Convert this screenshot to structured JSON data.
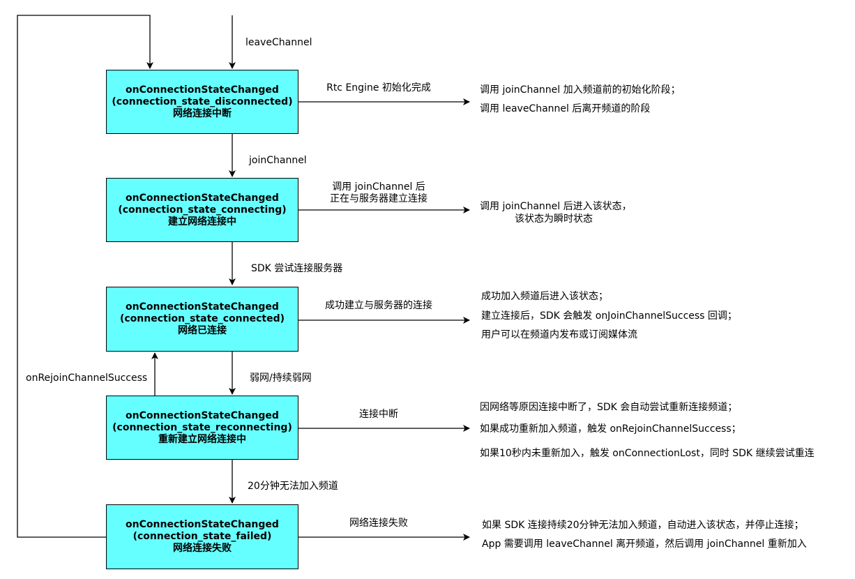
{
  "states": [
    {
      "callback": "onConnectionStateChanged",
      "state": "(connection_state_disconnected)",
      "name": "网络连接中断",
      "transition": [
        "Rtc Engine 初始化完成"
      ],
      "description": [
        "调用 joinChannel 加入频道前的初始化阶段；",
        " 调用 leaveChannel 后离开频道的阶段"
      ]
    },
    {
      "callback": "onConnectionStateChanged",
      "state": "(connection_state_connecting)",
      "name": "建立网络连接中",
      "transition": [
        "调用 joinChannel 后",
        "正在与服务器建立连接"
      ],
      "description": [
        "调用 joinChannel 后进入该状态，",
        "该状态为瞬时状态"
      ]
    },
    {
      "callback": "onConnectionStateChanged",
      "state": "(connection_state_connected)",
      "name": "网络已连接",
      "transition": [
        "成功建立与服务器的连接"
      ],
      "description": [
        "成功加入频道后进入该状态；",
        "建立连接后，SDK 会触发 onJoinChannelSuccess 回调；",
        "用户可以在频道内发布或订阅媒体流"
      ]
    },
    {
      "callback": "onConnectionStateChanged",
      "state": "(connection_state_reconnecting)",
      "name": "重新建立网络连接中",
      "transition": [
        "连接中断"
      ],
      "description": [
        "因网络等原因连接中断了，SDK 会自动尝试重新连接频道；",
        "如果成功重新加入频道，触发 onRejoinChannelSuccess；",
        "如果10秒内未重新加入，触发 onConnectionLost，同时 SDK 继续尝试重连"
      ]
    },
    {
      "callback": "onConnectionStateChanged",
      "state": "(connection_state_failed)",
      "name": "网络连接失败",
      "transition": [
        "网络连接失败"
      ],
      "description": [
        "如果 SDK 连接持续20分钟无法加入频道，自动进入该状态，并停止连接；",
        "App 需要调用 leaveChannel 离开频道，然后调用 joinChannel 重新加入"
      ]
    }
  ],
  "edges": {
    "leave_channel": "leaveChannel",
    "join_channel": "joinChannel",
    "sdk_try": "SDK 尝试连接服务器",
    "weak_network": "弱网/持续弱网",
    "twenty_min": "20分钟无法加入频道",
    "rejoin_success": "onRejoinChannelSuccess"
  }
}
